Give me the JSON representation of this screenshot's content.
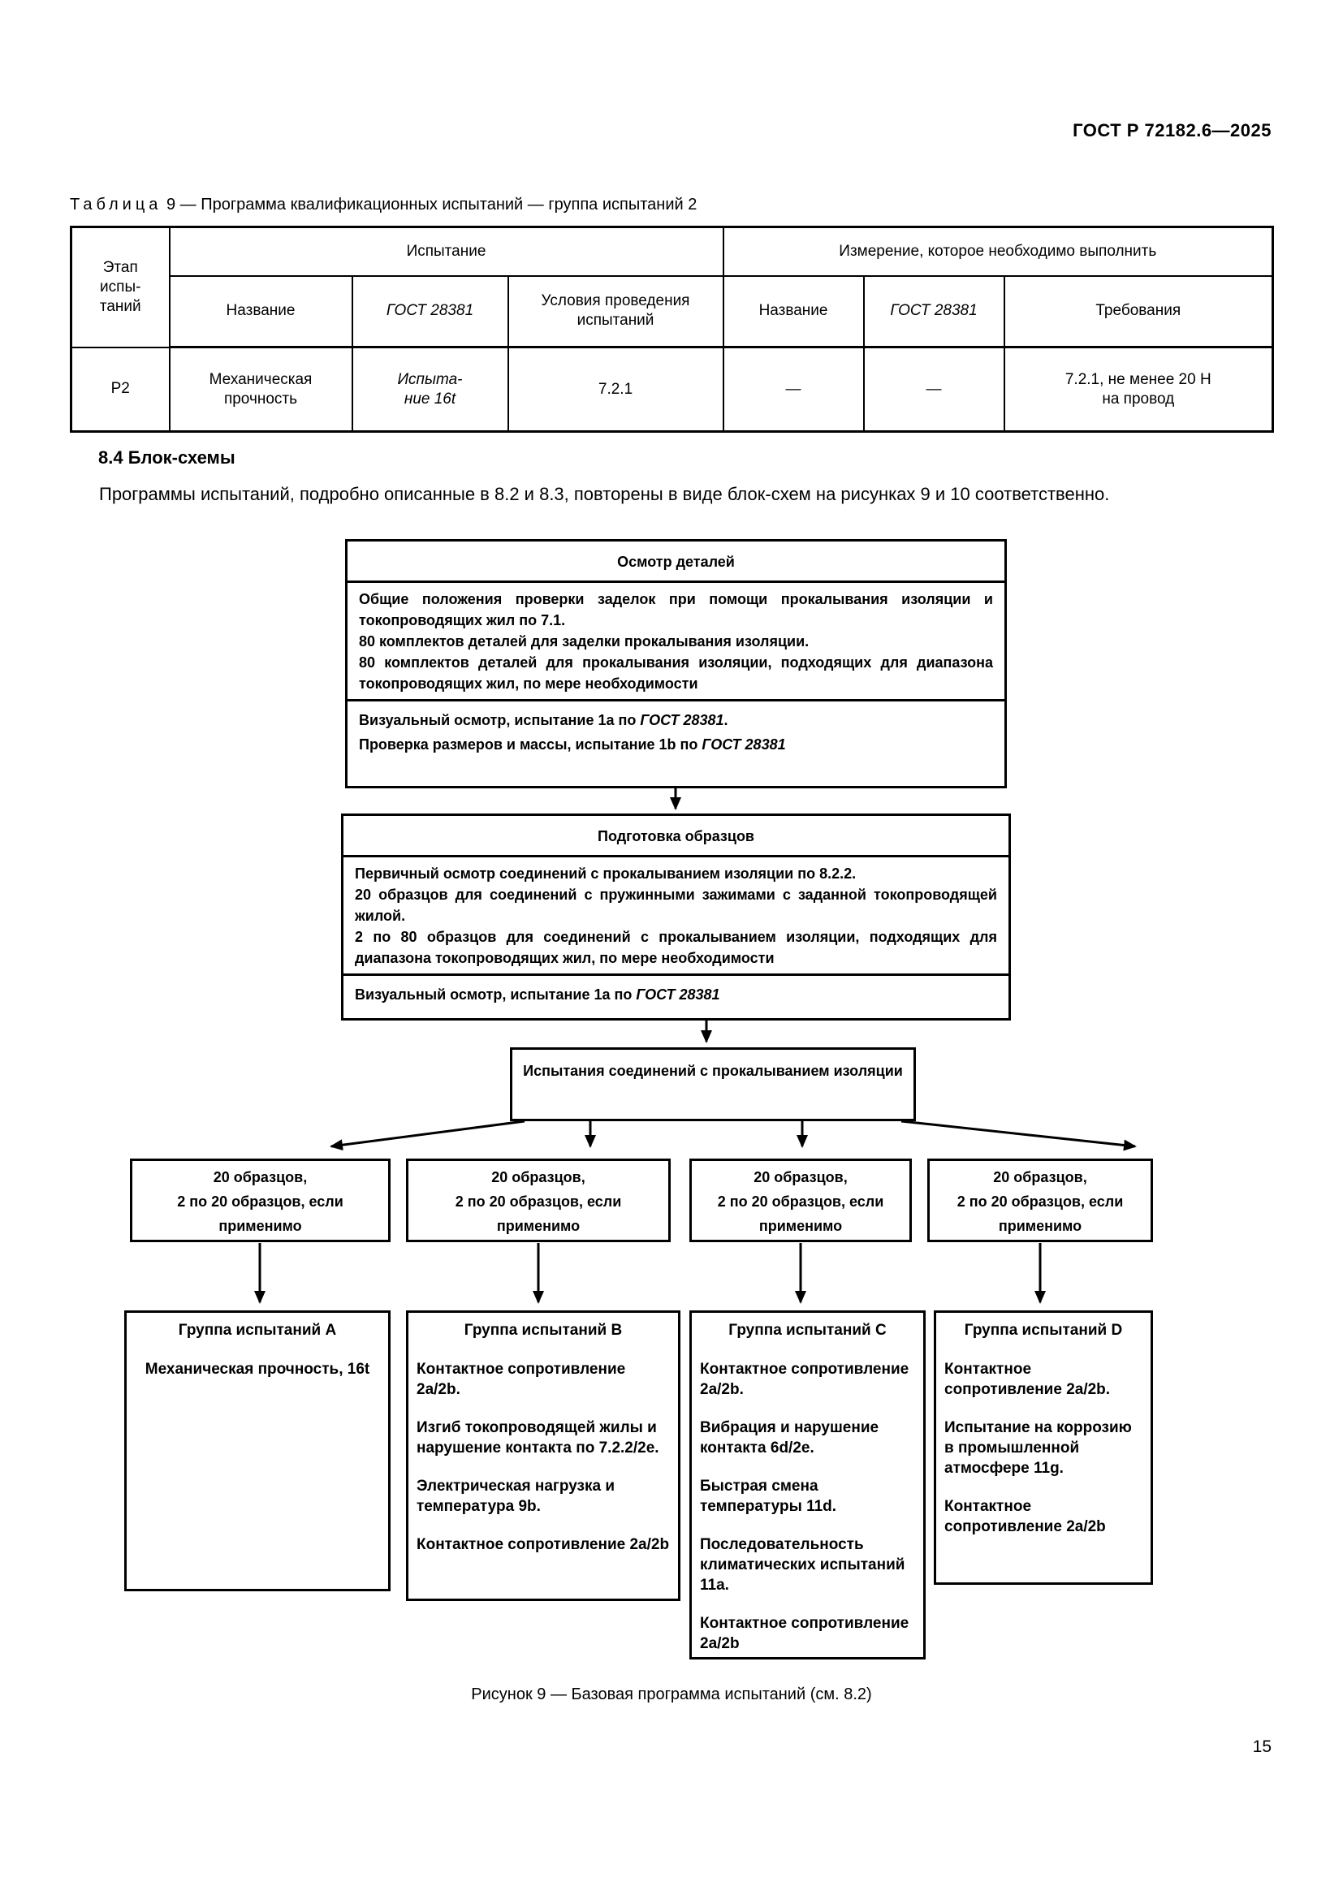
{
  "page": {
    "header": "ГОСТ Р 72182.6—2025",
    "number": "15"
  },
  "table": {
    "caption_word": "Таблица",
    "caption_rest": "9 — Программа квалификационных испытаний — группа испытаний 2",
    "header": {
      "stage": "Этап\nиспы-\nтаний",
      "test_group": "Испытание",
      "measure_group": "Измерение, которое необходимо выполнить",
      "test_name": "Название",
      "test_gost": "ГОСТ 28381",
      "test_conditions": "Условия проведения\nиспытаний",
      "meas_name": "Название",
      "meas_gost": "ГОСТ 28381",
      "requirements": "Требования"
    },
    "row": {
      "stage": "Р2",
      "name": "Механическая\nпрочность",
      "gost": "Испыта-\nние 16t",
      "conditions": "7.2.1",
      "meas_name": "—",
      "meas_gost": "—",
      "requirements": "7.2.1, не менее 20 Н\nна провод"
    }
  },
  "section": {
    "heading": "8.4 Блок-схемы",
    "paragraph": "Программы испытаний, подробно описанные в 8.2 и 8.3, повторены в виде блок-схем на рисунках 9 и 10 соответственно."
  },
  "flowchart": {
    "box1": {
      "title": "Осмотр деталей",
      "body": [
        "Общие положения проверки заделок при помощи прокалывания изоляции и токопроводящих жил по 7.1.",
        "80 комплектов деталей для заделки прокалывания изоляции.",
        "80 комплектов деталей для прокалывания изоляции, подходящих для диапазона токопроводящих жил, по мере необходимости"
      ],
      "footer": [
        {
          "pre": "Визуальный осмотр, испытание 1a по ",
          "gost": "ГОСТ 28381",
          "post": "."
        },
        {
          "pre": "Проверка размеров и массы, испытание 1b по ",
          "gost": "ГОСТ 28381",
          "post": ""
        }
      ]
    },
    "box2": {
      "title": "Подготовка образцов",
      "body": [
        "Первичный осмотр соединений с прокалыванием изоляции по 8.2.2.",
        "20 образцов для соединений с пружинными зажимами с заданной токопроводящей жилой.",
        "2 по 80 образцов для соединений с прокалыванием изоляции, подходящих для диапазона токопроводящих жил, по мере необходимости"
      ],
      "footer": [
        {
          "pre": "Визуальный осмотр, испытание 1a по ",
          "gost": "ГОСТ 28381",
          "post": ""
        }
      ]
    },
    "box3": {
      "title": "Испытания соединений с прокалыванием изоляции"
    },
    "samples": [
      "20 образцов,\n2 по 20 образцов, если\nприменимо",
      "20 образцов,\n2 по 20 образцов, если\nприменимо",
      "20 образцов,\n2 по 20 образцов, если\nприменимо",
      "20 образцов,\n2 по 20 образцов, если\nприменимо"
    ],
    "groups": [
      {
        "title": "Группа испытаний A",
        "items": [
          "Механическая прочность, 16t"
        ]
      },
      {
        "title": "Группа испытаний B",
        "items": [
          "Контактное сопротивление 2a/2b.",
          "Изгиб токопроводящей жилы и нарушение контакта по 7.2.2/2e.",
          "Электрическая нагрузка и температура 9b.",
          "Контактное сопротивление 2a/2b"
        ]
      },
      {
        "title": "Группа испытаний C",
        "items": [
          "Контактное сопротивление 2a/2b.",
          "Вибрация и нарушение контакта 6d/2e.",
          "Быстрая смена температуры 11d.",
          "Последовательность климатических испытаний 11a.",
          "Контактное сопротивление 2a/2b"
        ]
      },
      {
        "title": "Группа испытаний D",
        "items": [
          "Контактное сопротивление 2a/2b.",
          "Испытание на коррозию в промышленной атмосфере 11g.",
          "Контактное сопротивление 2a/2b"
        ]
      }
    ],
    "figure_caption": "Рисунок 9 — Базовая программа испытаний (см. 8.2)"
  }
}
